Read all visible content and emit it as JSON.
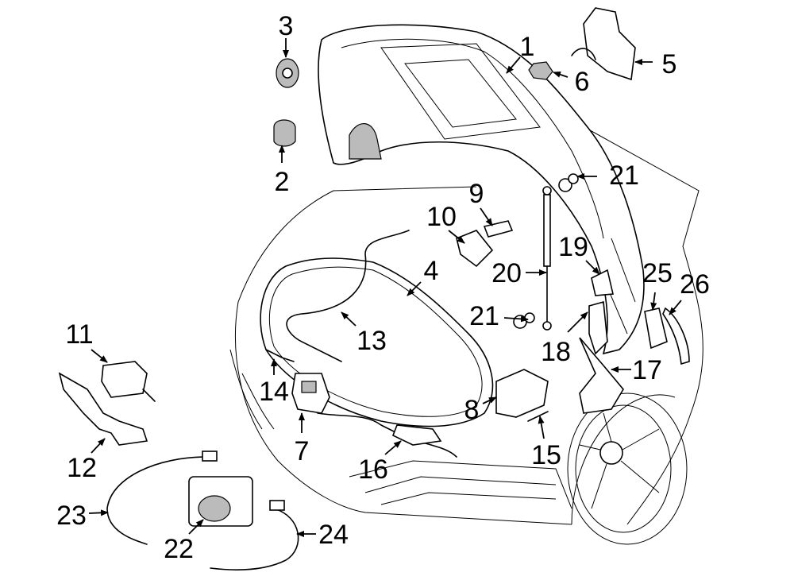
{
  "diagram": {
    "type": "exploded parts diagram",
    "callouts": [
      "1",
      "2",
      "3",
      "4",
      "5",
      "6",
      "7",
      "8",
      "9",
      "10",
      "11",
      "12",
      "13",
      "14",
      "15",
      "16",
      "17",
      "18",
      "19",
      "20",
      "21",
      "21",
      "22",
      "23",
      "24",
      "25",
      "26"
    ]
  }
}
